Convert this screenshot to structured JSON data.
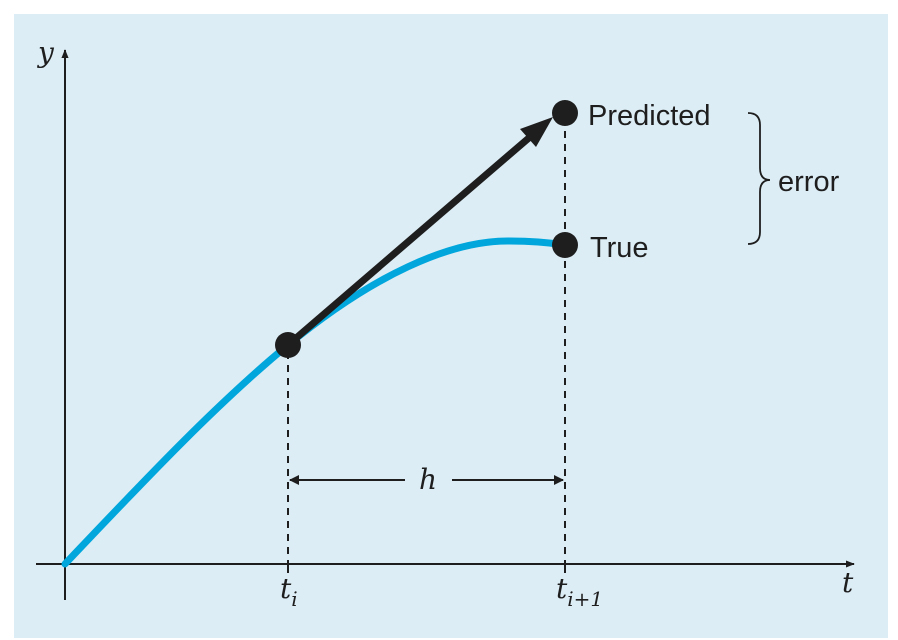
{
  "axes": {
    "y_label": "y",
    "x_label": "t"
  },
  "ticks": {
    "ti_base": "t",
    "ti_sub": "i",
    "ti1_base": "t",
    "ti1_sub": "i+1"
  },
  "labels": {
    "predicted": "Predicted",
    "true": "True",
    "error": "error",
    "h": "h"
  },
  "colors": {
    "background": "#dcedf5",
    "curve": "#00a6dc",
    "arrow": "#1e1e1e",
    "axis": "#1e1e1e",
    "points": "#1e1e1e"
  }
}
